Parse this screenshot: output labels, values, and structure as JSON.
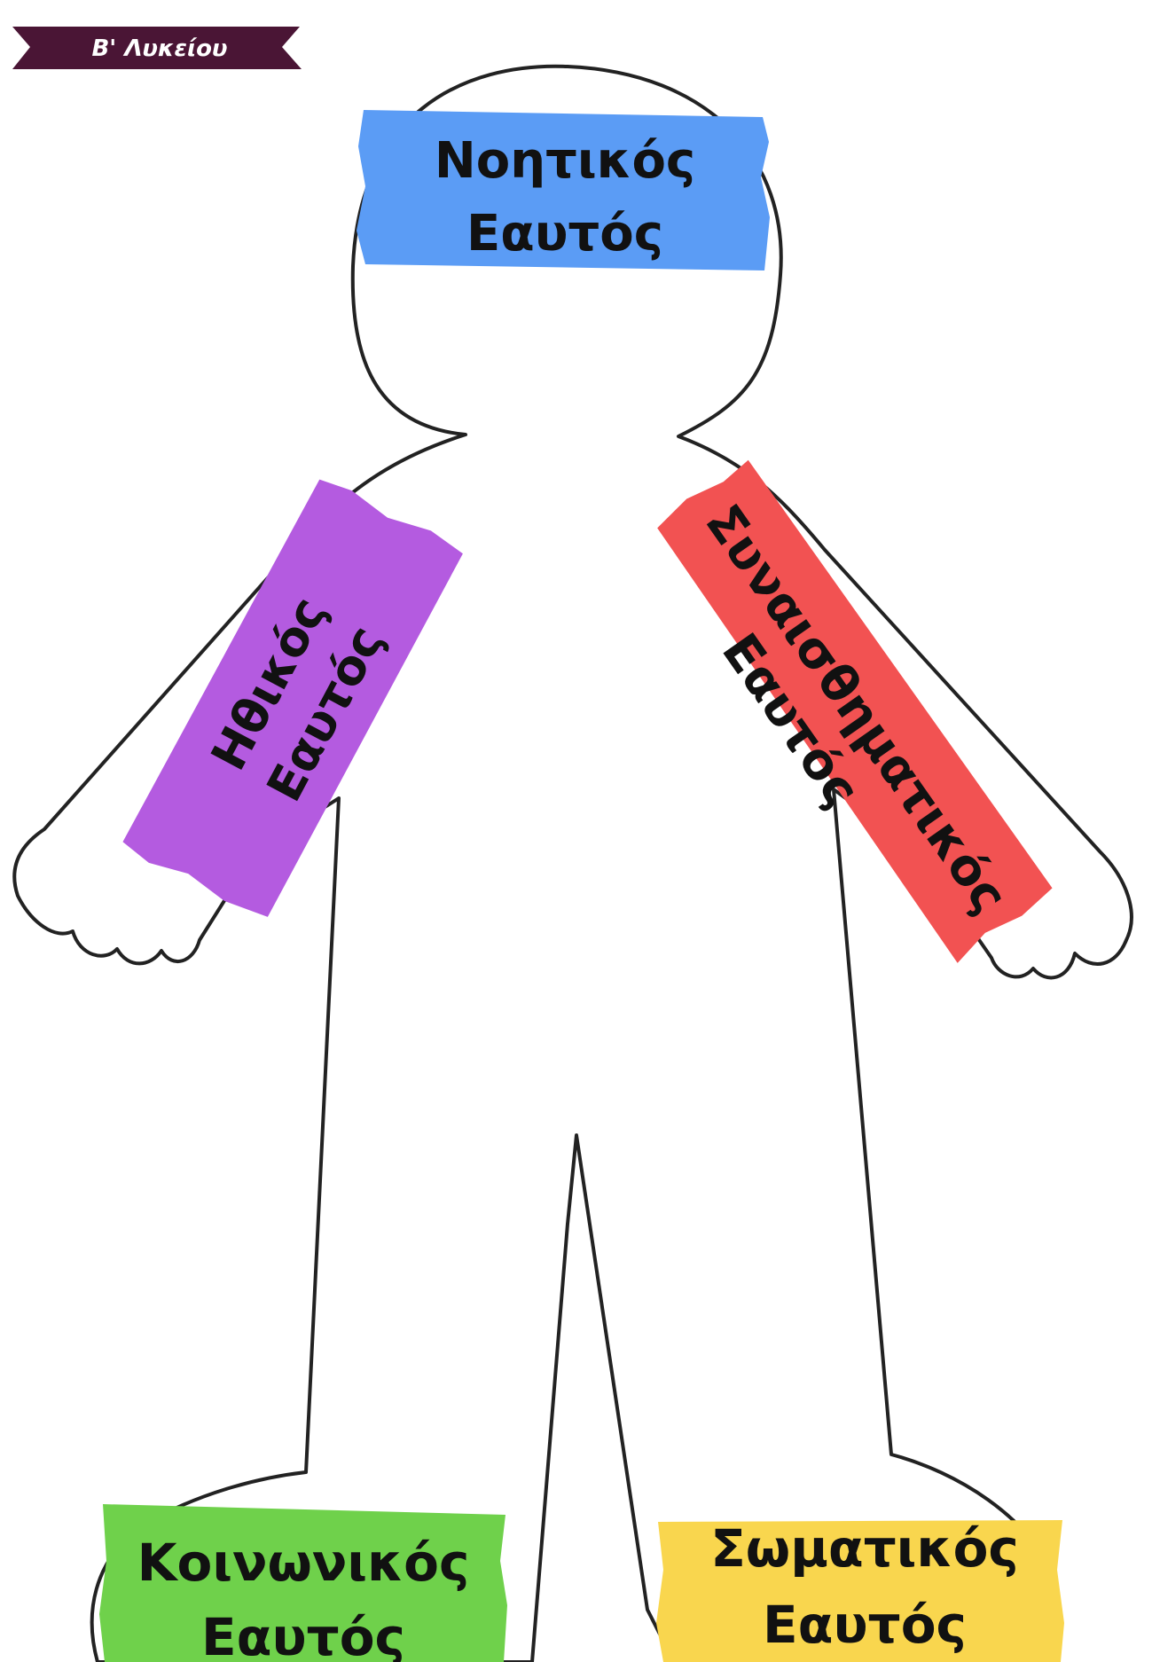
{
  "corner_tag": {
    "label": "Β' Λυκείου",
    "color": "#4a1535"
  },
  "labels": {
    "mental": {
      "line1": "Νοητικός",
      "line2": "Εαυτός",
      "color": "#5b9cf5"
    },
    "moral": {
      "line1": "Ηθικός",
      "line2": "Εαυτός",
      "color": "#b45be0"
    },
    "emotional": {
      "line1": "Συναισθηματικός",
      "line2": "Εαυτός",
      "color": "#f25252"
    },
    "social": {
      "line1": "Κοινωνικός",
      "line2": "Εαυτός",
      "color": "#6fd14b"
    },
    "physical": {
      "line1": "Σωματικός",
      "line2": "Εαυτός",
      "color": "#f9d64e"
    }
  },
  "outline_color": "#222222"
}
